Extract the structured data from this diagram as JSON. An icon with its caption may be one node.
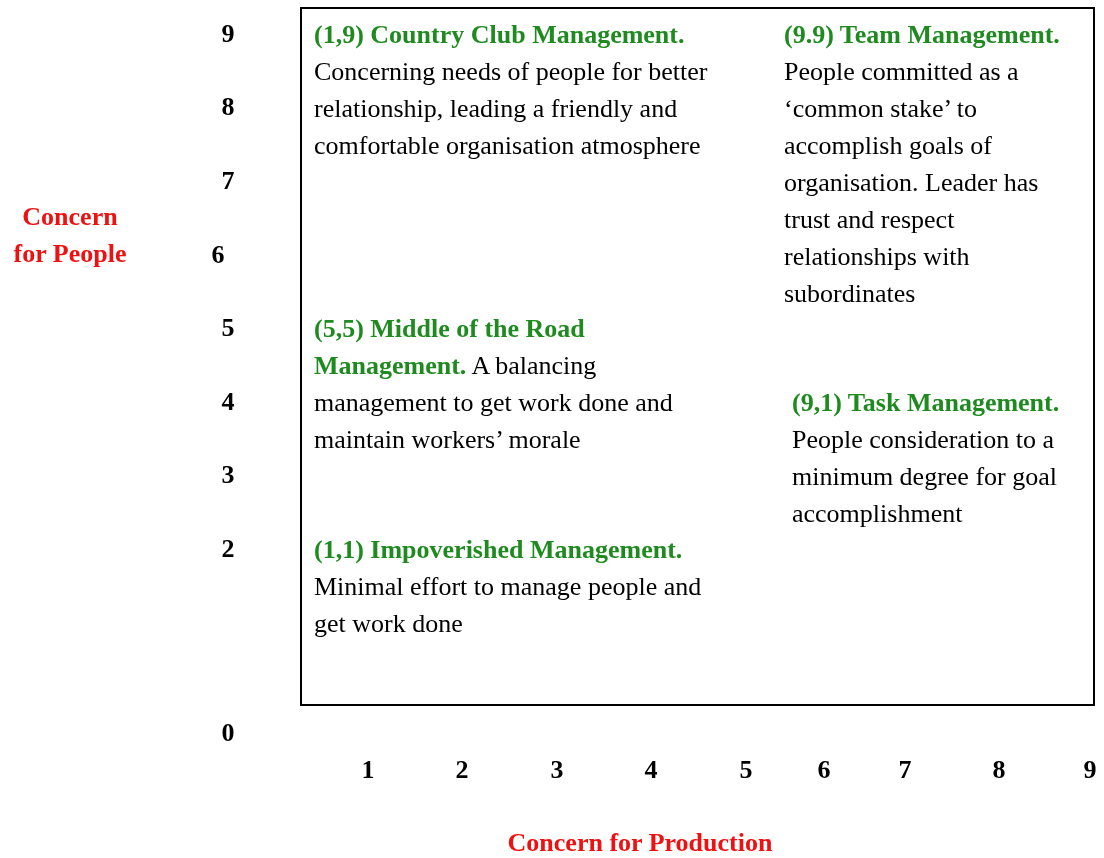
{
  "diagram": {
    "labels": [
      "Concern for People",
      "9",
      "8",
      "7",
      "6",
      "5",
      "4",
      "3",
      "2",
      "0",
      "**(1,9) Country Club Management.** Concerning needs of people for better relationship, leading a friendly and comfortable organisation atmosphere",
      "**(9.9) Team Management.** People committed as a ‘common stake’ to accomplish goals of organisation. Leader has trust and respect relationships with subordinates",
      "**(5,5) Middle of the Road Management.** A balancing management to get work done and maintain workers’ morale",
      "**(9,1) Task Management.** People consideration to a minimum degree for goal accomplishment",
      "**(1,1) Impoverished Management.** Minimal effort to manage people and get work done",
      "1",
      "2",
      "3",
      "4",
      "5",
      "6",
      "7",
      "8",
      "9",
      "Concern for Production"
    ]
  }
}
